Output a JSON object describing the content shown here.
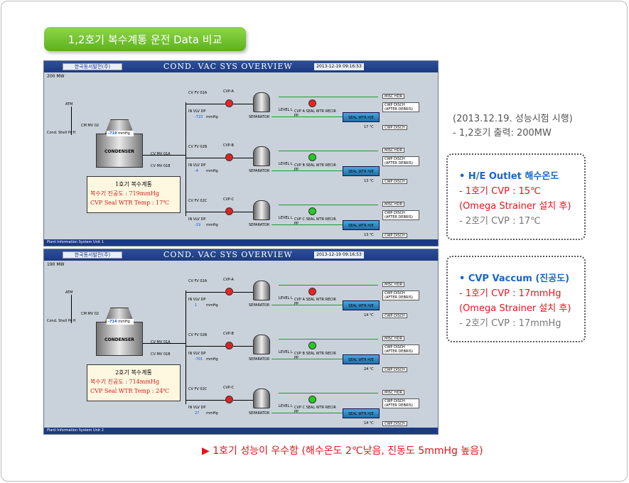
{
  "title": "1,2호기 복수계통 운전 Data 비교",
  "screens": [
    {
      "logo": "한국동서발전(주)",
      "title": "COND. VAC SYS OVERVIEW",
      "timestamp": "2013-12-19 09:16:53",
      "mw": "200 MW",
      "cond_reading": "-719",
      "cond_unit": "mmHg",
      "footer": "Plant Information System  Unit 1",
      "cvp_dp": [
        "-723",
        "-4",
        "-19"
      ],
      "box_title": "1호기 복수계통",
      "box_line1": "복수기 진공도 : 719mmHg",
      "box_line2": "CVP Seal WTR Temp : 17℃",
      "hx_temps": [
        "17 ℃",
        "13 ℃",
        "13 ℃"
      ]
    },
    {
      "logo": "한국동서발전(주)",
      "title": "COND. VAC SYS OVERVIEW",
      "timestamp": "2013-12-19 09:16:53",
      "mw": "190 MW",
      "cond_reading": "-714",
      "cond_unit": "mmHg",
      "footer": "Plant Information System  Unit 2",
      "cvp_dp": [
        "1",
        "-701",
        "27"
      ],
      "box_title": "2호기 복수계통",
      "box_line1": "복수기 진공도 : 714mmHg",
      "box_line2": "CVP Seal WTR Temp : 24℃",
      "hx_temps": [
        "14 ℃",
        "24 ℃",
        "14 ℃"
      ]
    }
  ],
  "labels": {
    "atm": "ATM",
    "cm_mv": "CM MV 02",
    "cond_shell": "Cond. Shell Pr  H",
    "condenser": "CONDENSER",
    "cv_mv_01a": "CV MV 01A",
    "cv_mv_01b": "CV MV 01B",
    "cv_fv": [
      "CV FV 02A",
      "CV FV 02B",
      "CV FV 02C"
    ],
    "in_vlv_dp": "IN VLV DP",
    "mmhg": "mmHg",
    "cvp": [
      "CVP-A",
      "CVP-B",
      "CVP-C"
    ],
    "separator": "SEPARATOR",
    "level": "LEVEL  L",
    "seal_pp": [
      "CVP A SEAL WTR RECIR PP",
      "CVP B SEAL WTR RECIR PP",
      "CVP C SEAL WTR RECIR PP"
    ],
    "seal_wtr_hx": "SEAL WTR H/E",
    "misc_hdr": "MISC HDR",
    "cwp_disch_after": "CWP DISCH (AFTER DEBRIS)",
    "cwp_disch": "CWP DISCH"
  },
  "notes": {
    "line1": "(2013.12.19. 성능시험 시행)",
    "line2": "- 1,2호기 출력: 200MW"
  },
  "box1": {
    "heading": "• H/E Outlet 해수온도",
    "unit1": "- 1호기 CVP : 15℃",
    "unit1_note": "(Omega Strainer 설치 후)",
    "unit2": "- 2호기 CVP : 17℃"
  },
  "box2": {
    "heading": "• CVP Vaccum (진공도)",
    "unit1": "- 1호기 CVP : 17mmHg",
    "unit1_note": "(Omega Strainer 설치 후)",
    "unit2": "- 2호기 CVP : 17mmHg"
  },
  "conclusion": "▶ 1호기 성능이 우수함 (해수온도 2℃낮음, 진동도 5mmHg 높음)",
  "colors": {
    "badge": "#6cc12a",
    "accent_red": "#e5141c",
    "accent_blue": "#1866c7",
    "scada_header": "#1c3a83"
  }
}
